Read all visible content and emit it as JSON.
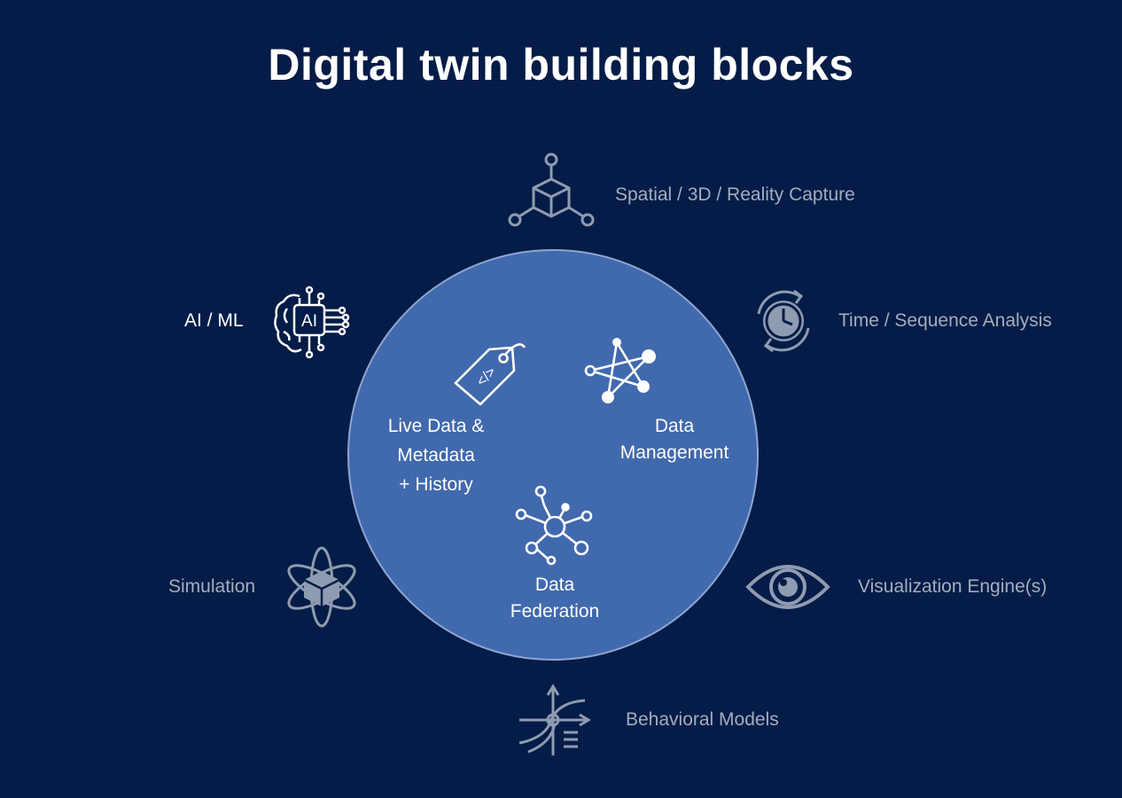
{
  "title": "Digital twin building blocks",
  "core": {
    "live_data": [
      "Live Data &",
      "Metadata",
      "+ History"
    ],
    "data_management": [
      "Data",
      "Management"
    ],
    "data_federation": [
      "Data",
      "Federation"
    ]
  },
  "blocks": {
    "spatial": "Spatial / 3D / Reality Capture",
    "time": "Time / Sequence Analysis",
    "visualization": "Visualization Engine(s)",
    "behavioral": "Behavioral Models",
    "simulation": "Simulation",
    "ai_ml": "AI / ML"
  },
  "icons": {
    "ai_chip_text": "AI",
    "tag_code": "</>"
  },
  "colors": {
    "background": "#041c47",
    "hub": "#4169ad",
    "muted_icon": "#8f9bb0",
    "muted_text": "#a3adbd"
  }
}
